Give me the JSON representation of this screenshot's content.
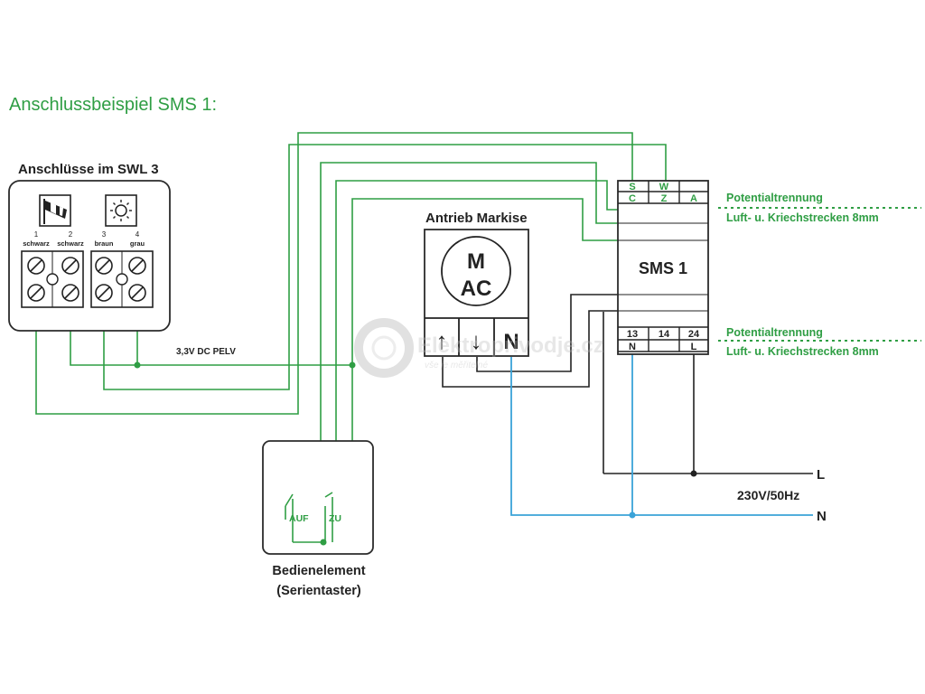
{
  "title": "Anschlussbeispiel SMS 1:",
  "swl": {
    "title": "Anschlüsse im SWL 3",
    "terminals": [
      {
        "num": "1",
        "color": "schwarz"
      },
      {
        "num": "2",
        "color": "schwarz"
      },
      {
        "num": "3",
        "color": "braun"
      },
      {
        "num": "4",
        "color": "grau"
      }
    ],
    "icons": [
      "windsock-icon",
      "sun-icon"
    ]
  },
  "pelv_label": "3,3V DC PELV",
  "motor": {
    "title": "Antrieb Markise",
    "m": "M",
    "ac": "AC",
    "terminals": [
      "↑",
      "↓",
      "N"
    ]
  },
  "sms": {
    "title": "SMS 1",
    "top_row1": [
      "S",
      "W",
      ""
    ],
    "top_row2": [
      "C",
      "Z",
      "A"
    ],
    "bottom_row1": [
      "13",
      "14",
      "24"
    ],
    "bottom_row2": [
      "N",
      "",
      "L"
    ]
  },
  "isolation": [
    {
      "line1": "Potentialtrennung",
      "line2": "Luft- u. Kriechstrecken 8mm"
    },
    {
      "line1": "Potentialtrennung",
      "line2": "Luft- u. Kriechstrecken 8mm"
    }
  ],
  "switch": {
    "title_line1": "Bedienelement",
    "title_line2": "(Serientaster)",
    "auf": "AUF",
    "zu": "ZU"
  },
  "supply": {
    "l": "L",
    "n": "N",
    "voltage": "230V/50Hz"
  },
  "watermark": {
    "name": "Elektroprivodje.cz",
    "tagline": "vše je měřitelné"
  },
  "colors": {
    "title_green": "#2f9e44",
    "wire_green": "#2f9e44",
    "wire_blue": "#3aa3d8",
    "wire_black": "#222222"
  }
}
